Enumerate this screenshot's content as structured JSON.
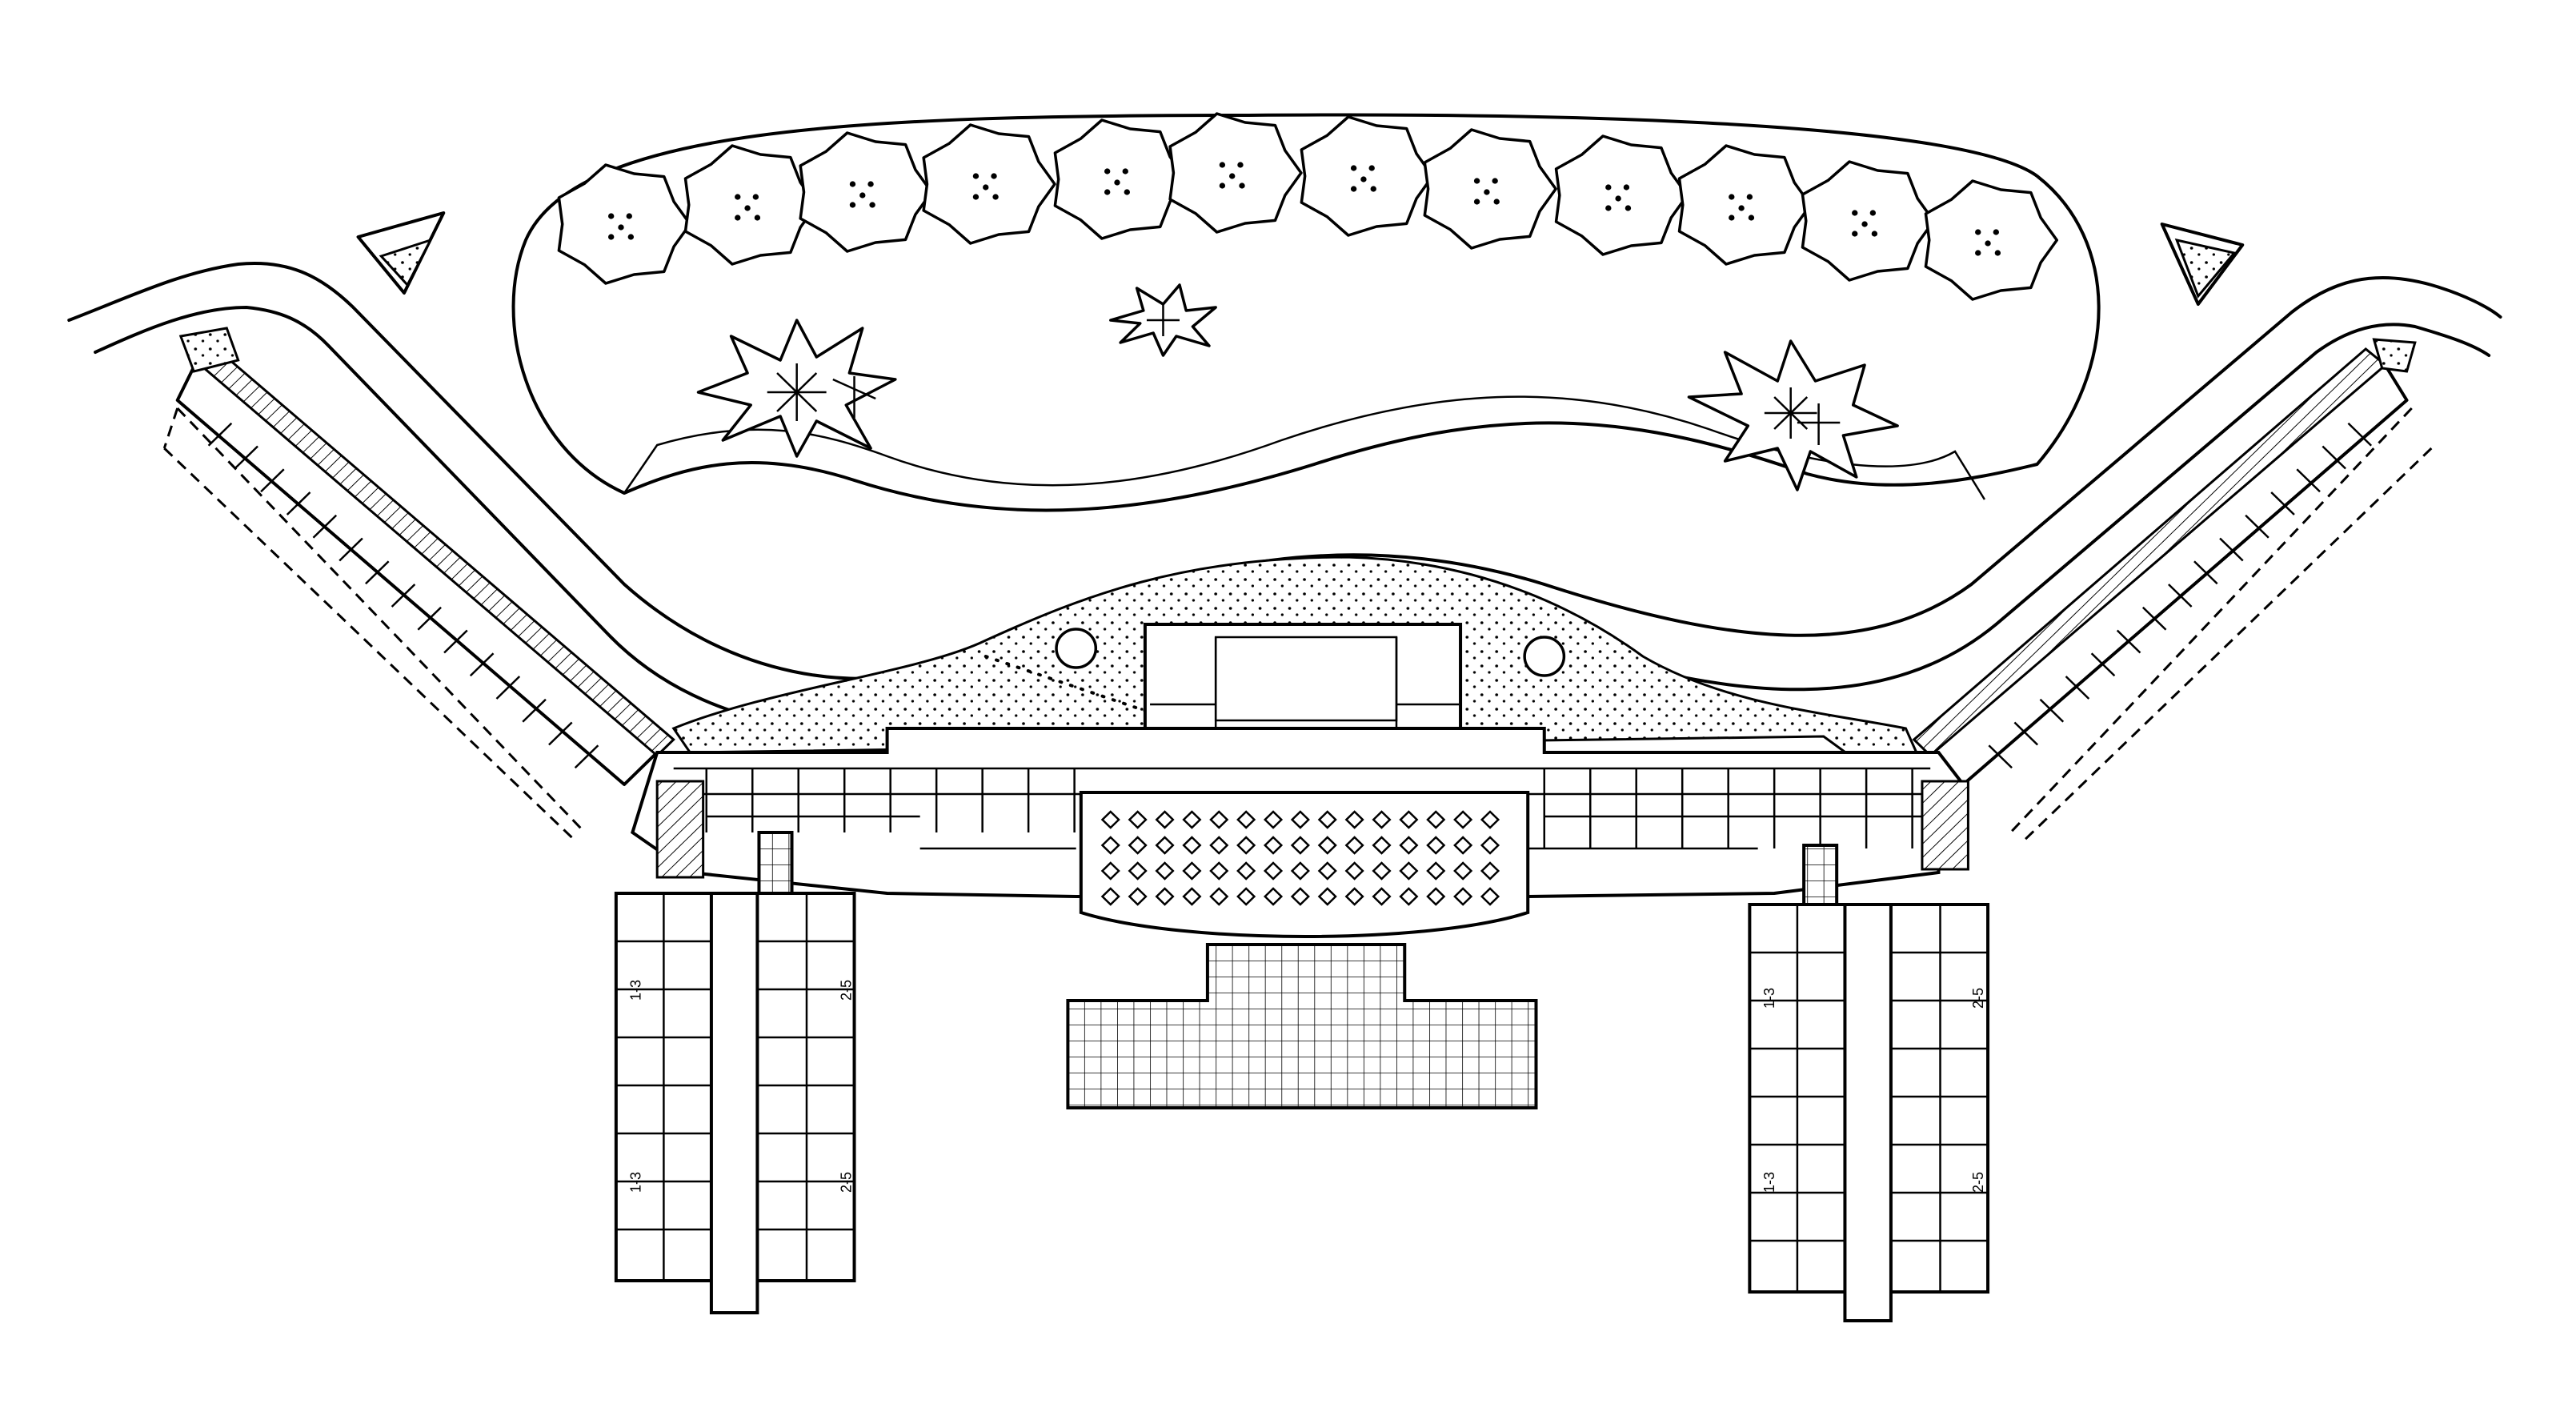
{
  "drawing": {
    "background": "#ffffff",
    "line_color": "#000000"
  },
  "icons": {
    "canopy": "tree-canopy-icon",
    "star_tree": "star-tree-icon",
    "shrub": "shrub-icon"
  },
  "unit_labels": {
    "left_top": "1-3",
    "left_upper": "2-5",
    "left_lower": "1-3",
    "left_bottom": "2-5",
    "right_top": "1-3",
    "right_upper": "2-5",
    "right_lower": "1-3",
    "right_bottom": "2-5"
  }
}
